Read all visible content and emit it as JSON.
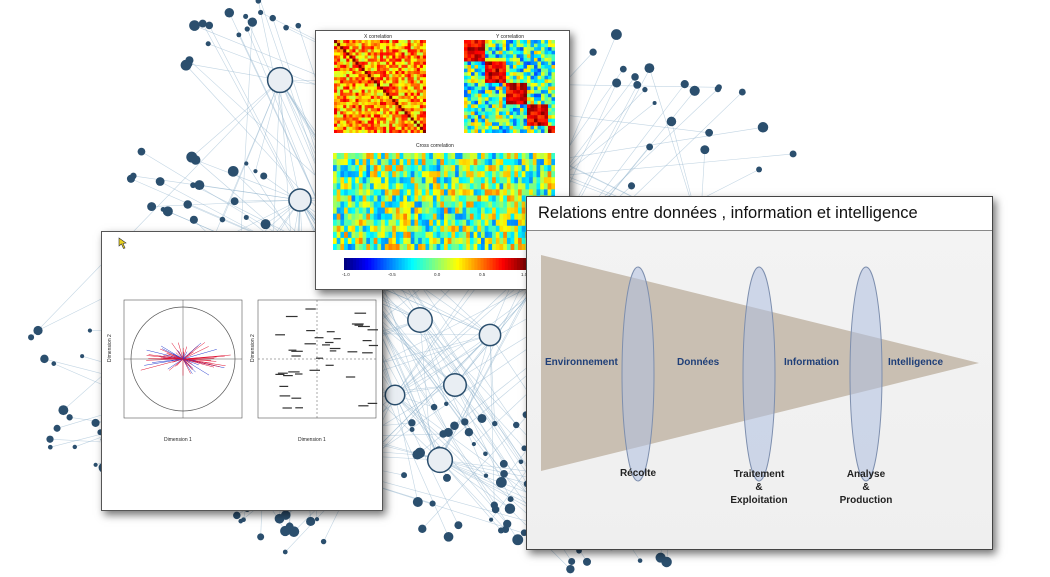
{
  "corr_card": {
    "left_title": "X correlation",
    "right_title": "Y correlation",
    "cross_title": "Cross correlation",
    "colorbar_ticks": [
      "-1.0",
      "-0.5",
      "0.0",
      "0.5",
      "1.0"
    ]
  },
  "pca_card": {
    "xlabel_left": "Dimension 1",
    "ylabel_left": "Dimension 2",
    "xlabel_right": "Dimension 1",
    "ylabel_right": "Dimension 2"
  },
  "relations": {
    "title": "Relations entre données , information et intelligence",
    "stages": [
      "Environnement",
      "Données",
      "Information",
      "Intelligence"
    ],
    "processes": [
      "Récolte",
      "Traitement\n&\nExploitation",
      "Analyse\n&\nProduction"
    ]
  },
  "colors": {
    "network_node": "#2b4f6e",
    "network_edge": "#8fb3cc",
    "funnel": "#c9bfb2",
    "lens": "#aebfe0",
    "label_blue": "#1f3f78"
  }
}
